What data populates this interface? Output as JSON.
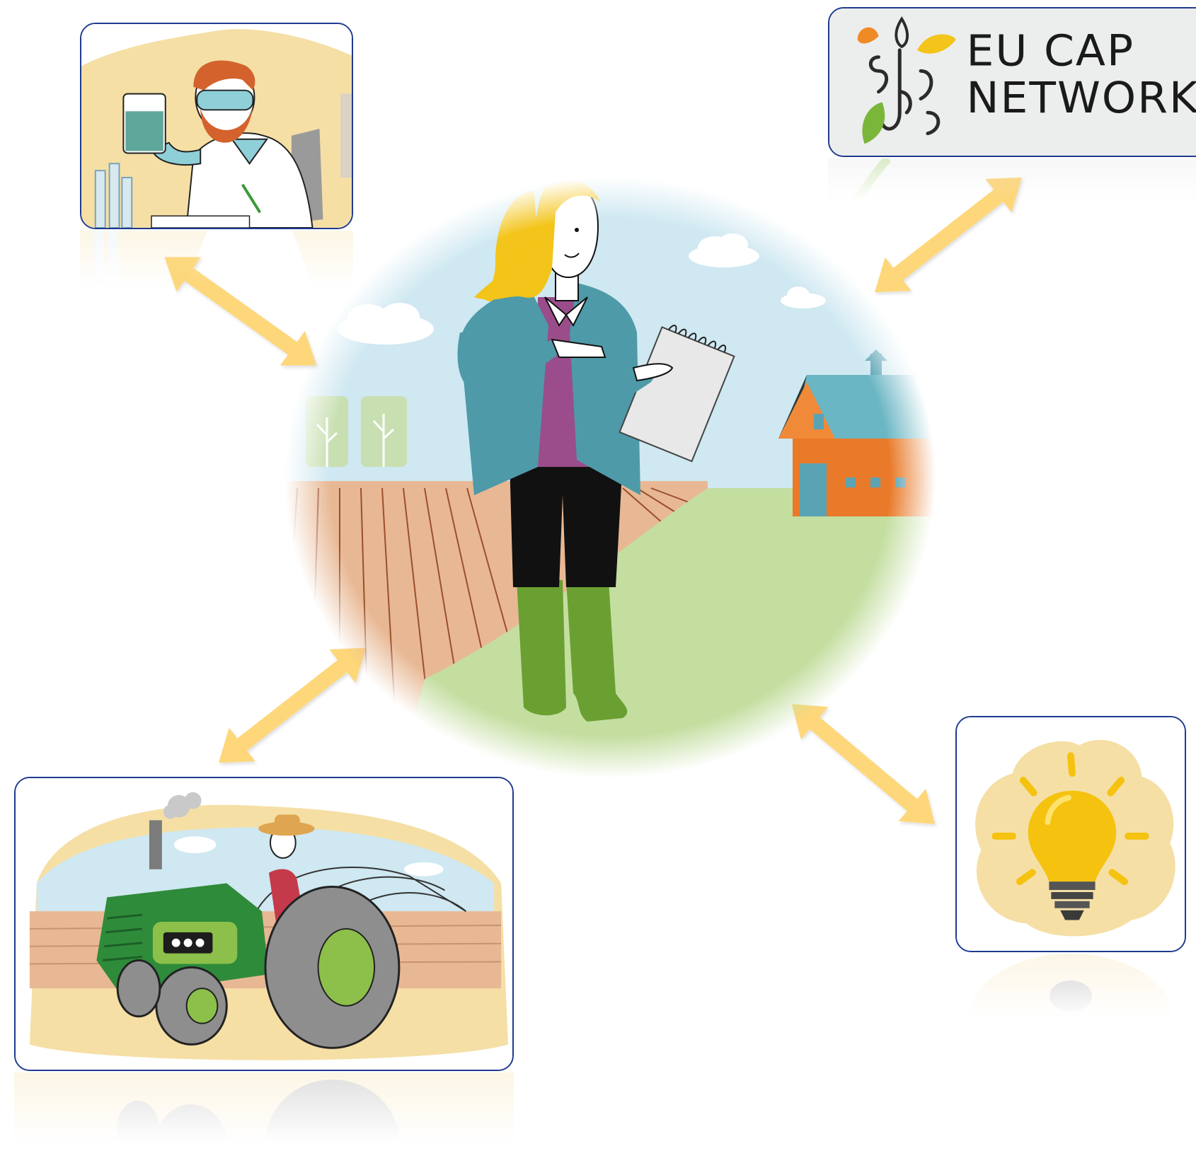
{
  "logo": {
    "line1": "EU CAP",
    "line2": "NETWORK"
  },
  "colors": {
    "arrow": "#fdd77a",
    "card_border": "#1f3b8f",
    "sky": "#cfe8f1",
    "field": "#e8b894",
    "grass": "#c4dea0",
    "jacket": "#4e9aa8",
    "hair": "#f3c419",
    "boots": "#6aa032",
    "barn": "#e97a2a",
    "tractor": "#2e8b3a",
    "bulb": "#f5c20f",
    "blob": "#f5dfa5"
  },
  "icons": [
    "scientist-illustration",
    "eu-cap-network-logo",
    "advisor-illustration",
    "farmer-tractor-illustration",
    "lightbulb-idea-illustration",
    "double-arrow-icon"
  ]
}
